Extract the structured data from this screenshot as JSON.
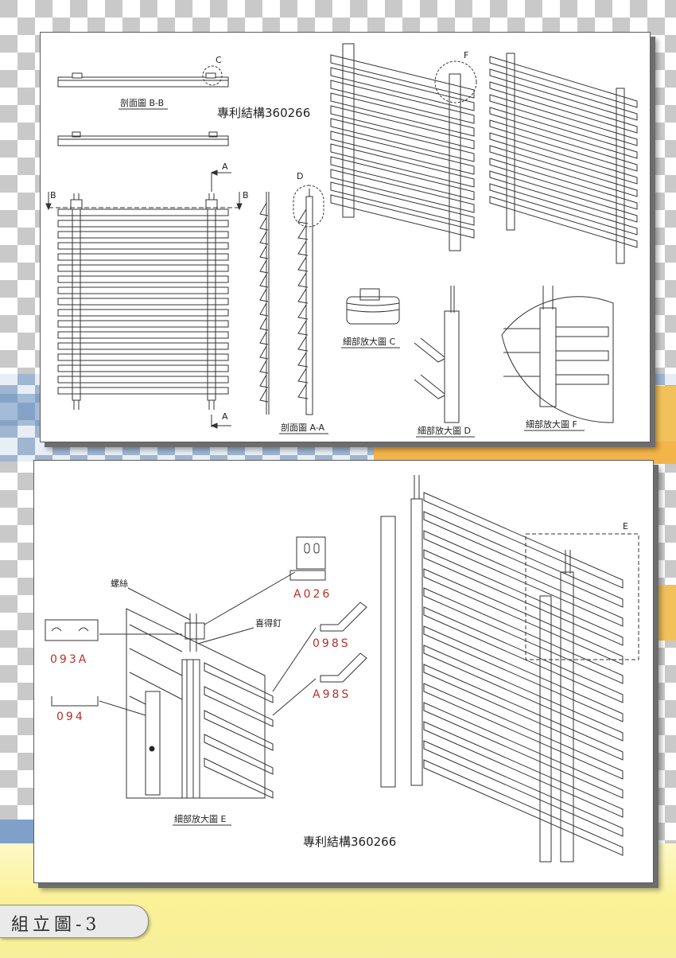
{
  "top_panel": {
    "section_bb_label": "剖面圖 B-B",
    "patent_label": "專利結構360266",
    "marker_c": "C",
    "marker_d": "D",
    "marker_f": "F",
    "marker_a_top": "A",
    "marker_a_bottom": "A",
    "marker_b_left": "B",
    "marker_b_right": "B",
    "section_aa_label": "剖面圖 A-A",
    "detail_c_label": "細部放大圖 C",
    "detail_d_label": "細部放大圖 D",
    "detail_f_label": "細部放大圖 F"
  },
  "bottom_panel": {
    "screw_label": "螺絲",
    "rivet_label": "喜得釘",
    "part_a026": "A026",
    "part_093a": "093A",
    "part_098s": "098S",
    "part_a98s": "A98S",
    "part_094": "094",
    "marker_e": "E",
    "detail_e_label": "細部放大圖 E",
    "patent_label": "專利結構360266"
  },
  "footer": {
    "title": "組立圖-3"
  },
  "colors": {
    "part_code_red": "#b5312b",
    "line_dark": "#333333",
    "background_blue": "#5f86b5",
    "background_yellow": "#f2b640"
  }
}
